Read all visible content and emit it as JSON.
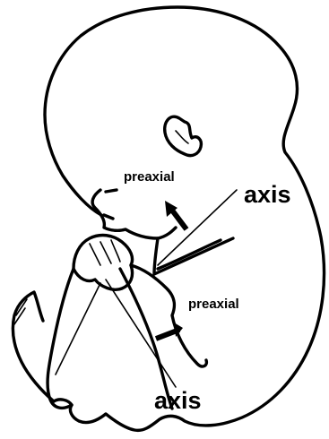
{
  "labels": {
    "preaxial_arm": "preaxial",
    "axis_arm": "axis",
    "preaxial_leg": "preaxial",
    "axis_leg": "axis"
  }
}
